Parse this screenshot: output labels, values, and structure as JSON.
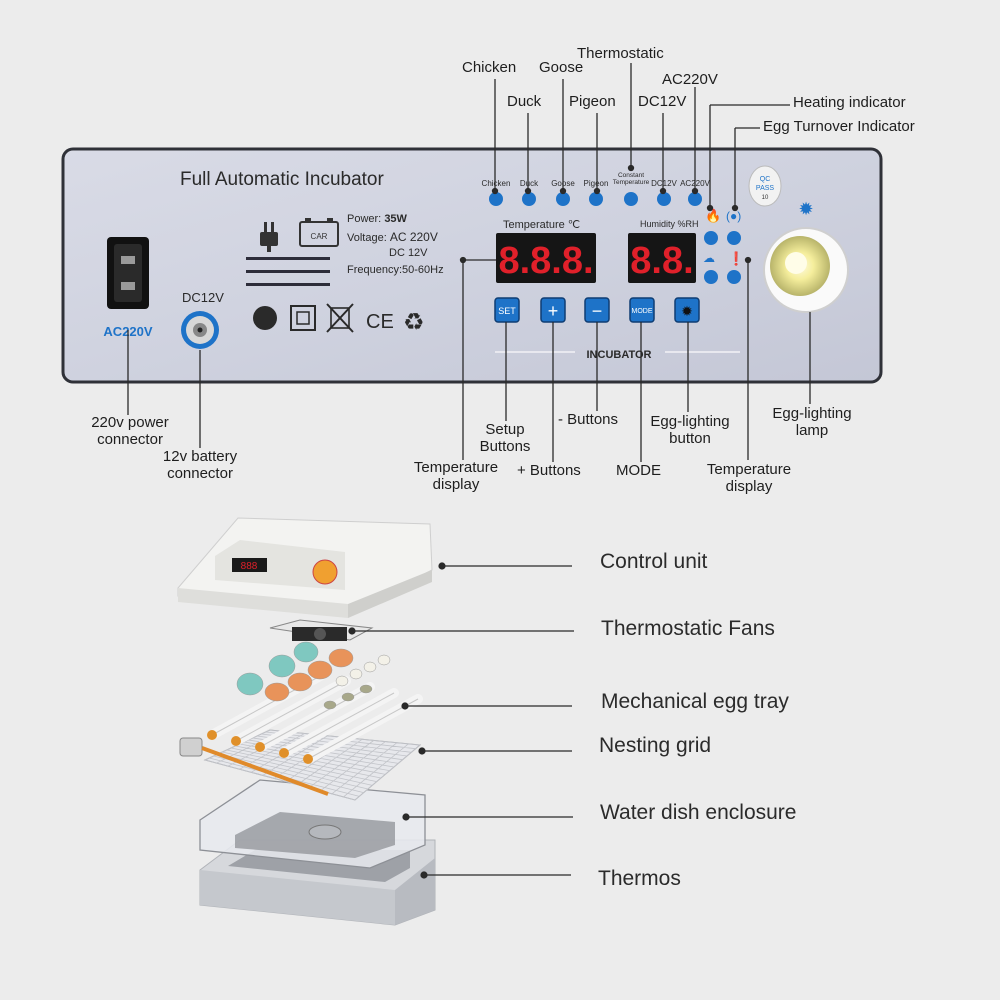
{
  "panel": {
    "title": "Full Automatic Incubator",
    "power_label": "Power:",
    "power_value": "35W",
    "voltage_label": "Voltage:",
    "voltage_ac": "AC 220V",
    "voltage_dc": "DC 12V",
    "frequency": "Frequency:50-60Hz",
    "ac_socket_label": "AC220V",
    "dc_label": "DC12V",
    "car_label": "CAR",
    "qc_line1": "QC",
    "qc_line2": "PASS",
    "qc_line3": "10",
    "incubator_label": "INCUBATOR",
    "temperature_display_title": "Temperature ℃",
    "humidity_display_title": "Humidity %RH",
    "temperature_digits": "8.8.8.",
    "humidity_digits": "8.8.",
    "modes": [
      "Chicken",
      "Duck",
      "Goose",
      "Pigeon",
      "Constant Temperature",
      "DC12V",
      "AC220V"
    ],
    "buttons": {
      "set": "SET",
      "plus": "+",
      "minus": "−",
      "mode": "MODE"
    },
    "ce_mark": "CE"
  },
  "top_callouts": {
    "chicken": "Chicken",
    "duck": "Duck",
    "goose": "Goose",
    "pigeon": "Pigeon",
    "thermostatic": "Thermostatic",
    "dc12v": "DC12V",
    "ac220v": "AC220V",
    "heating_indicator": "Heating indicator",
    "egg_turnover_indicator": "Egg Turnover Indicator"
  },
  "bottom_callouts": {
    "power_connector": "220v power connector",
    "battery_connector": "12v battery connector",
    "temperature_display_left": "Temperature display",
    "setup_buttons": "Setup Buttons",
    "plus_buttons": "+ Buttons",
    "minus_buttons": "- Buttons",
    "mode": "MODE",
    "egg_lighting_button": "Egg-lighting button",
    "temperature_display_right": "Temperature display",
    "egg_lighting_lamp": "Egg-lighting lamp"
  },
  "exploded_labels": {
    "control_unit": "Control unit",
    "thermostatic_fans": "Thermostatic Fans",
    "mechanical_egg_tray": "Mechanical egg tray",
    "nesting_grid": "Nesting grid",
    "water_dish_enclosure": "Water dish enclosure",
    "thermos": "Thermos"
  },
  "colors": {
    "panel": "#cfd2df",
    "accent_blue": "#1e73c8",
    "display_red": "#e0202a",
    "egg_teal": "#7fc8c0",
    "egg_orange": "#e8935a"
  }
}
